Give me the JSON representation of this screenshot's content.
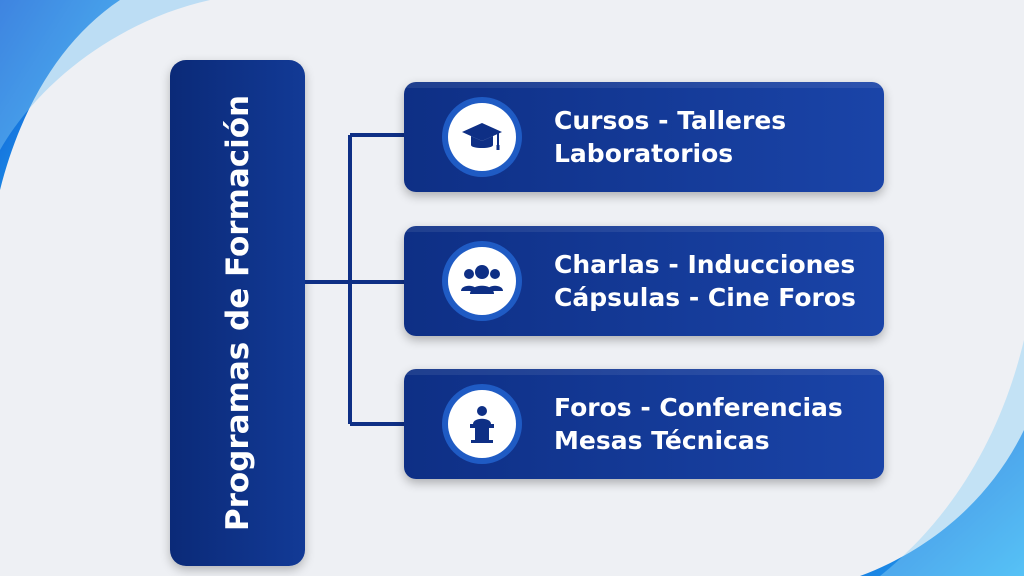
{
  "main": {
    "title": "Programas de Formación"
  },
  "cards": [
    {
      "line1": "Cursos - Talleres",
      "line2": "Laboratorios",
      "icon": "graduation-cap-icon"
    },
    {
      "line1": "Charlas - Inducciones",
      "line2": "Cápsulas - Cine Foros",
      "icon": "group-icon"
    },
    {
      "line1": "Foros - Conferencias",
      "line2": "Mesas Técnicas",
      "icon": "speaker-podium-icon"
    }
  ],
  "colors": {
    "primary": "#0e2f85",
    "accent": "#1f5bc4",
    "background": "#eef0f4"
  }
}
